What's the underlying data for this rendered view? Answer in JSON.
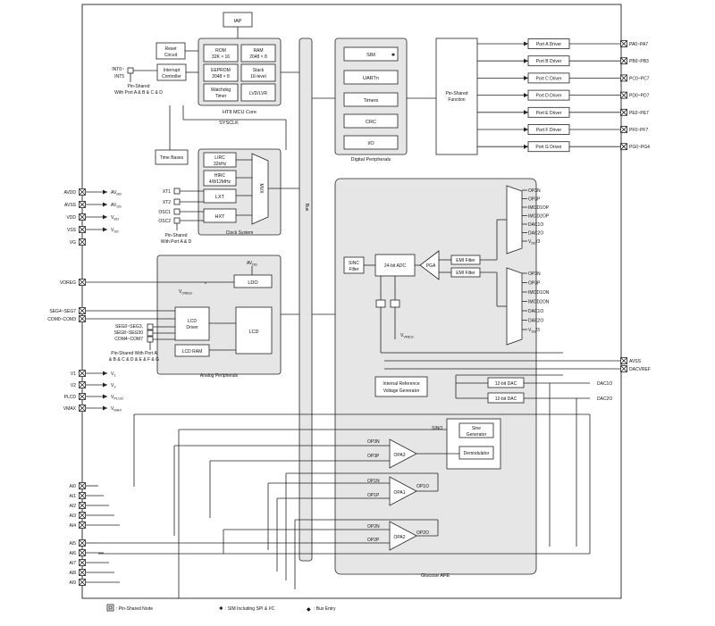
{
  "mcu_core": {
    "iap": "IAP",
    "reset": [
      "Reset",
      "Circuit"
    ],
    "rom": [
      "ROM",
      "32K × 16"
    ],
    "ram": [
      "RAM",
      "2048 × 8"
    ],
    "eeprom": [
      "EEPROM",
      "2048 × 8"
    ],
    "stack": [
      "Stack",
      "16-level"
    ],
    "watchdog": [
      "Watchdog",
      "Timer"
    ],
    "lvd": "LVD/LVR",
    "interrupt": [
      "Interrupt",
      "Controller"
    ],
    "int_pins": [
      "INT0~",
      "INT5"
    ],
    "int_note": [
      "Pin-Shared",
      "With Port A & B & C & D"
    ],
    "core_label": "HT8 MCU Core",
    "sysclk": "SYSCLK",
    "time_bases": "Time Bases"
  },
  "clock": {
    "lirc": [
      "LIRC",
      "32kHz"
    ],
    "hirc": [
      "HIRC",
      "4/8/12MHz"
    ],
    "lxt": "LXT",
    "hxt": "HXT",
    "mux": "MUX",
    "pins": [
      "XT1",
      "XT2",
      "OSC1",
      "OSC2"
    ],
    "note": [
      "Pin-Shared",
      "With Port A & D"
    ],
    "label": "Clock System"
  },
  "bus": "Bus",
  "digital": {
    "items": [
      "SIM",
      "UARTn",
      "Timers",
      "CRC",
      "I/O"
    ],
    "sim_mark": "✱",
    "pin_shared": [
      "Pin-Shared",
      "Function"
    ],
    "label": "Digital Peripherals"
  },
  "ports": [
    {
      "driver": "Port A Driver",
      "pin": "PA0~PA7"
    },
    {
      "driver": "Port B Driver",
      "pin": "PB0~PB3"
    },
    {
      "driver": "Port C Driver",
      "pin": "PC0~PC7"
    },
    {
      "driver": "Port D Driver",
      "pin": "PD0~PD7"
    },
    {
      "driver": "Port E Driver",
      "pin": "PE0~PE7"
    },
    {
      "driver": "Port F Driver",
      "pin": "PF0~PF7"
    },
    {
      "driver": "Port G Driver",
      "pin": "PG0~PG4"
    }
  ],
  "power_pins": [
    {
      "pin": "AVDD",
      "sig": "AV",
      "sub": "DD"
    },
    {
      "pin": "AVSS",
      "sig": "AV",
      "sub": "SS"
    },
    {
      "pin": "VDD",
      "sig": "V",
      "sub": "DD"
    },
    {
      "pin": "VSS",
      "sig": "V",
      "sub": "SS"
    },
    {
      "pin": "VG",
      "sig": "",
      "sub": ""
    }
  ],
  "analog": {
    "avdd": "AV",
    "avdd_sub": "DD",
    "ldo": "LDO",
    "voreg_sig": "V",
    "voreg_sub": "OREG",
    "lcd_driver": [
      "LCD",
      "Driver"
    ],
    "lcd": "LCD",
    "lcd_ram": "LCD RAM",
    "label": "Analog Peripherals",
    "seg_pins": [
      "SEG0~SEG3,",
      "SEG8~SEG30",
      "COM4~COM7"
    ],
    "seg_note": [
      "Pin-Shared With Port A",
      "& B & C & D & E & F & G"
    ]
  },
  "left_pins": [
    {
      "pin": "VOREG"
    },
    {
      "pin": "SEG4~SEG7"
    },
    {
      "pin": "COM0~COM3"
    }
  ],
  "v_pins": [
    {
      "pin": "V1",
      "sig": "V",
      "sub": "1"
    },
    {
      "pin": "V2",
      "sig": "V",
      "sub": "2"
    },
    {
      "pin": "PLCD",
      "sig": "V",
      "sub": "PLCD"
    },
    {
      "pin": "VMAX",
      "sig": "V",
      "sub": "MAX"
    }
  ],
  "ai_pins": [
    "AI0",
    "AI1",
    "AI2",
    "AI3",
    "AI4",
    "AI5",
    "AI6",
    "AI7",
    "AI8",
    "AI9"
  ],
  "afe": {
    "mux1": [
      "OP3N",
      "OP3P",
      "IMOD1OP",
      "IMOD2OP",
      "DAC1O",
      "DAC2O",
      "V",
      "DD",
      "/3"
    ],
    "mux2": [
      "OP3N",
      "OP3P",
      "IMOD1ON",
      "IMOD2ON",
      "DAC1O",
      "DAC2O",
      "V",
      "SS",
      "/3"
    ],
    "sinc": [
      "SINC",
      "Filter"
    ],
    "adc": "24-bit ADC",
    "pga": "PGA",
    "emi": "EMI Filter",
    "vvreg": "V",
    "vvreg_sub": "VREG",
    "ref": [
      "Internal Reference",
      "Voltage Generator"
    ],
    "dac1": "12-bit DAC",
    "dac2": "12-bit DAC",
    "dac1o": "DAC1O",
    "dac2o": "DAC2O",
    "sino": "SINO",
    "sine": [
      "Sine",
      "Generator"
    ],
    "demod": "Demodulator",
    "opa3": "OPA3",
    "opa1": "OPA1",
    "opa2": "OPA2",
    "op3n": "OP3N",
    "op3p": "OP3P",
    "op1n": "OP1N",
    "op1p": "OP1P",
    "op1o": "OP1O",
    "op2n": "OP2N",
    "op2p": "OP2P",
    "op2o": "OP2O",
    "label": "Glucose AFE"
  },
  "right_pins": [
    "AVSS",
    "DACVREF"
  ],
  "legend": {
    "node": ": Pin-Shared Node",
    "sim": ": SIM Including SPI & I²C",
    "bus": ": Bus Entry"
  }
}
